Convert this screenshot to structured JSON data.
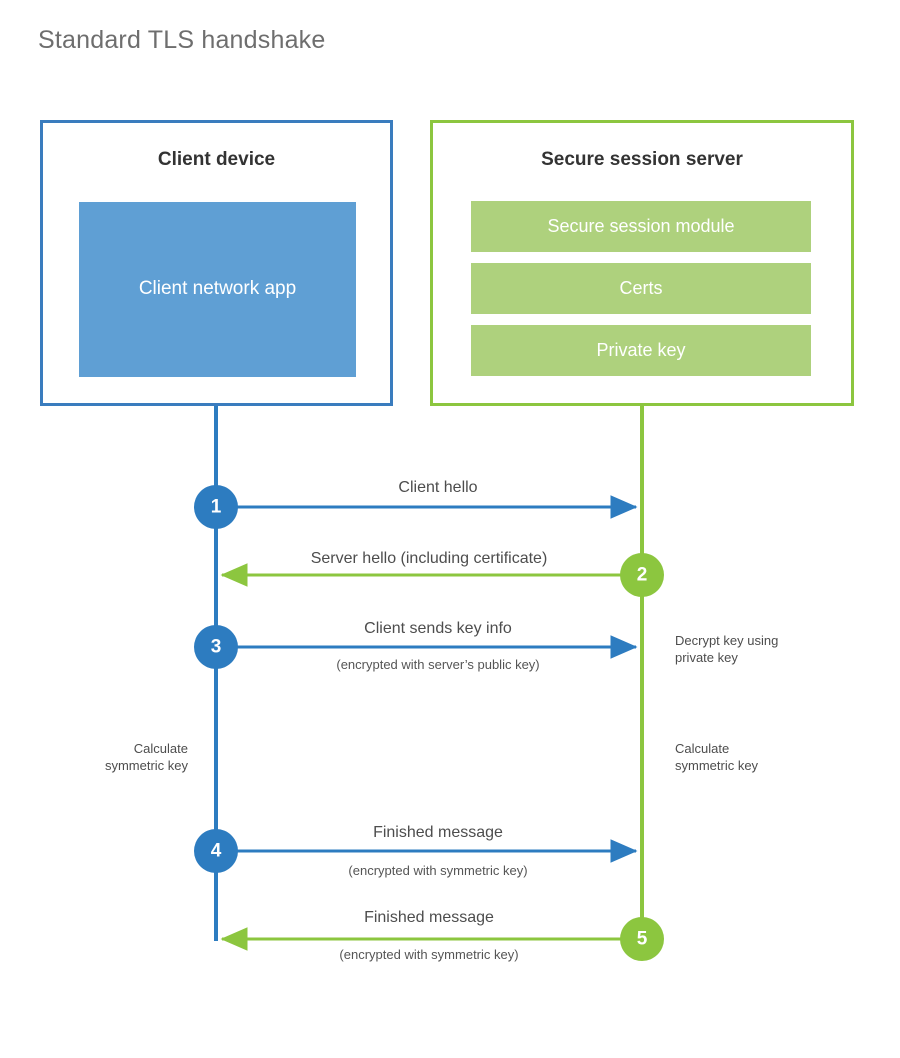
{
  "title": "Standard TLS handshake",
  "colors": {
    "client_border": "#3a7cbe",
    "client_fill": "#5f9fd4",
    "client_accent": "#2d7cc0",
    "server_border": "#8cc63f",
    "server_fill": "#aed17d",
    "server_accent": "#8cc63f",
    "title_text": "#6e6e6e",
    "body_text": "#4d4d4d",
    "background": "#ffffff"
  },
  "parties": {
    "client": {
      "title": "Client device",
      "blocks": [
        {
          "label": "Client network app"
        }
      ]
    },
    "server": {
      "title": "Secure session server",
      "blocks": [
        {
          "label": "Secure session module"
        },
        {
          "label": "Certs"
        },
        {
          "label": "Private key"
        }
      ]
    }
  },
  "steps": [
    {
      "number": "1",
      "label": "Client hello",
      "sublabel": "",
      "direction": "client-to-server",
      "side": "client"
    },
    {
      "number": "2",
      "label": "Server hello (including certificate)",
      "sublabel": "",
      "direction": "server-to-client",
      "side": "server"
    },
    {
      "number": "3",
      "label": "Client sends key info",
      "sublabel": "(encrypted with server’s public key)",
      "direction": "client-to-server",
      "side": "client"
    },
    {
      "number": "4",
      "label": "Finished message",
      "sublabel": "(encrypted with symmetric key)",
      "direction": "client-to-server",
      "side": "client"
    },
    {
      "number": "5",
      "label": "Finished message",
      "sublabel": "(encrypted with symmetric key)",
      "direction": "server-to-client",
      "side": "server"
    }
  ],
  "notes": {
    "decrypt_key": "Decrypt key using\nprivate key",
    "decrypt_key_line1": "Decrypt key using",
    "decrypt_key_line2": "private key",
    "calc_client_line1": "Calculate",
    "calc_client_line2": "symmetric key",
    "calc_server_line1": "Calculate",
    "calc_server_line2": "symmetric key"
  }
}
